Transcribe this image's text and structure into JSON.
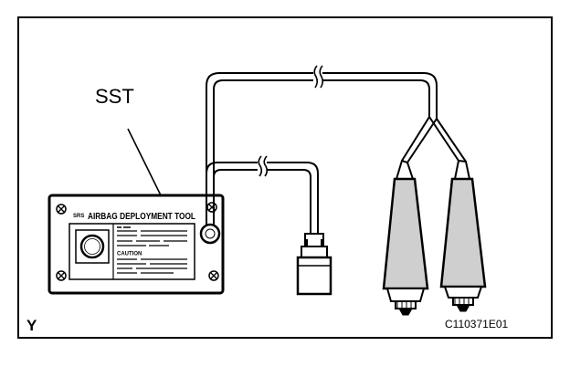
{
  "labels": {
    "sst": "SST",
    "corner_mark": "Y",
    "figure_code": "C110371E01"
  },
  "tool_panel": {
    "brand": "SRS",
    "title": "AIRBAG DEPLOYMENT TOOL",
    "caution": "CAUTION"
  },
  "colors": {
    "line": "#000000",
    "background": "#ffffff",
    "clip_fill": "#cfcfcf"
  }
}
